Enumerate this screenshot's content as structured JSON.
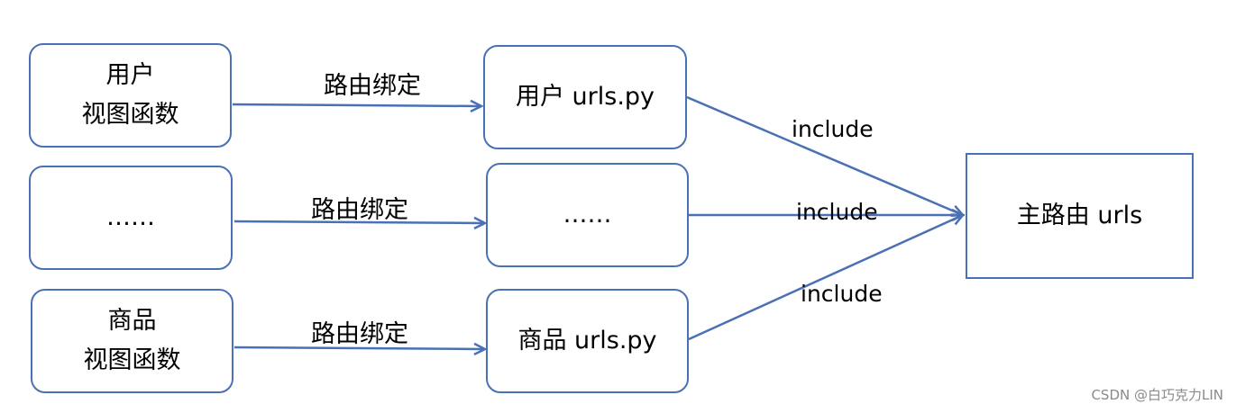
{
  "diagram": {
    "view_nodes": [
      {
        "lines": [
          "用户",
          "视图函数"
        ]
      },
      {
        "lines": [
          "……"
        ]
      },
      {
        "lines": [
          "商品",
          "视图函数"
        ]
      }
    ],
    "url_nodes": [
      {
        "label": "用户 urls.py"
      },
      {
        "label": "……"
      },
      {
        "label": "商品 urls.py"
      }
    ],
    "main_node": {
      "label": "主路由 urls"
    },
    "bind_labels": [
      "路由绑定",
      "路由绑定",
      "路由绑定"
    ],
    "include_labels": [
      "include",
      "include",
      "include"
    ],
    "colors": {
      "stroke": "#4a70b5",
      "text": "#000000",
      "watermark": "#8a8a8a"
    }
  },
  "watermark": "CSDN @白巧克力LIN"
}
